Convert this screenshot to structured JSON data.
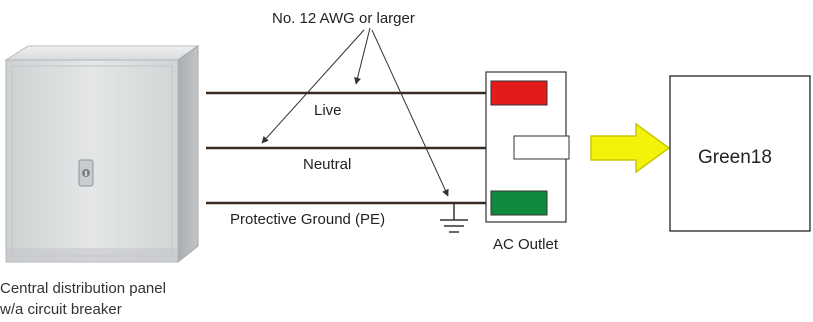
{
  "labels": {
    "wire_gauge": "No. 12 AWG or larger",
    "live": "Live",
    "neutral": "Neutral",
    "ground": "Protective Ground (PE)",
    "outlet": "AC Outlet",
    "device": "Green18"
  },
  "panel_caption": {
    "line1": "Central distribution panel",
    "line2": "w/a circuit breaker"
  },
  "colors": {
    "live_terminal": "#e31b1b",
    "neutral_terminal": "#ffffff",
    "ground_terminal": "#0f8a3e",
    "arrow_fill": "#f2f20a",
    "arrow_stroke": "#c8c800",
    "wire": "#3a2a24",
    "panel_body": "#d7d9da"
  },
  "icons": {
    "panel": "electrical-cabinet-icon",
    "ground": "ground-symbol-icon",
    "arrow": "yellow-right-arrow-icon"
  }
}
